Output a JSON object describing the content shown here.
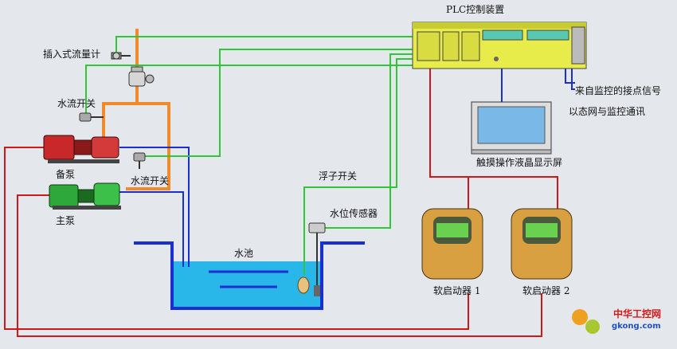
{
  "labels": {
    "plc": "PLC控制装置",
    "insert_flowmeter": "插入式流量计",
    "flow_switch_top": "水流开关",
    "standby_pump": "备泵",
    "flow_switch_mid": "水流开关",
    "main_pump": "主泵",
    "float_switch": "浮子开关",
    "level_sensor": "水位传感器",
    "pool": "水池",
    "remote_signal": "来自监控的接点信号",
    "ethernet": "以态网与监控通讯",
    "touch_screen": "触摸操作液晶显示屏",
    "soft_starter_1": "软启动器 1",
    "soft_starter_2": "软启动器 2"
  },
  "watermark": {
    "cn": "中华工控网",
    "url": "gkong.com"
  },
  "colors": {
    "orange_pipe": "#f08a2a",
    "green_wire": "#2ec832",
    "blue_wire": "#1a2fd0",
    "red_wire": "#d01818",
    "plc_body": "#e8ec4a",
    "water": "#29b6e8"
  }
}
